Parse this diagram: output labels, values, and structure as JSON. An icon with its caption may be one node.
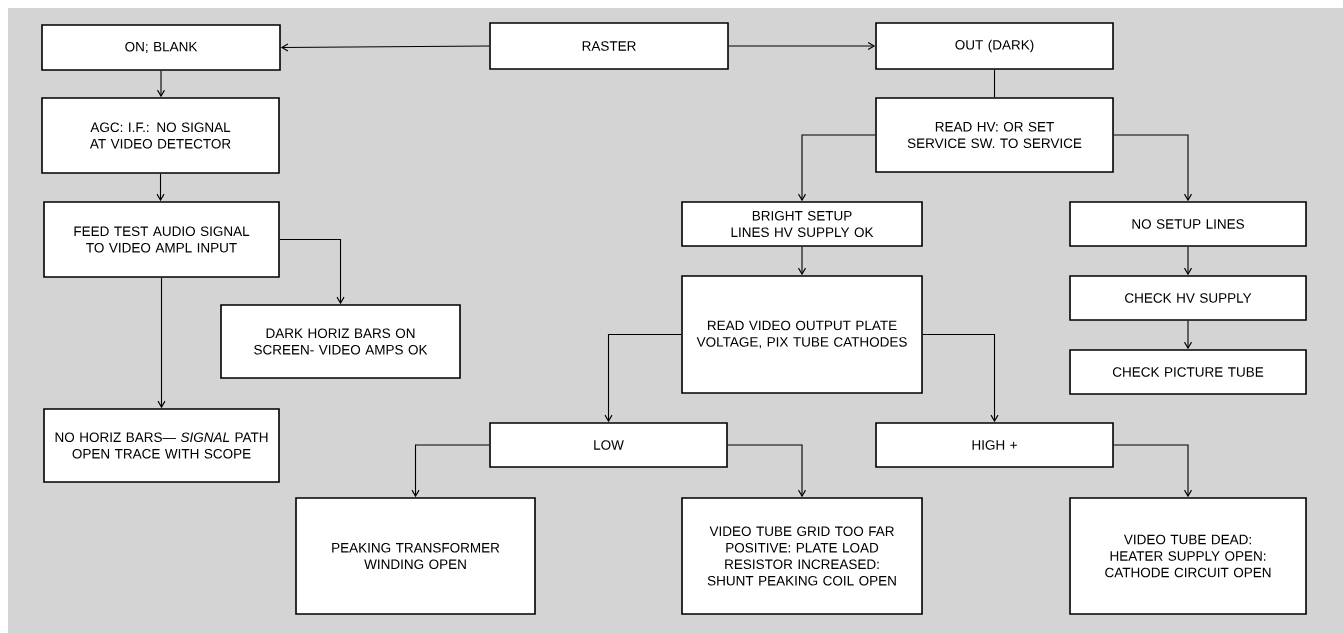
{
  "diagram": {
    "nodes": [
      {
        "text": [
          "RASTER"
        ]
      },
      {
        "text": [
          "ON; BLANK"
        ]
      },
      {
        "text": [
          "OUT (DARK)"
        ]
      },
      {
        "text": [
          "AGC: I.F.: NO SIGNAL AT VIDEO DETECTOR"
        ]
      },
      {
        "text": [
          "FEED TEST AUDIO SIGNAL TO VIDEO AMPL INPUT"
        ]
      },
      {
        "text": [
          "DARK HORIZ BARS ON SCREEN- VIDEO AMPS OK"
        ]
      },
      {
        "text": [
          "NO HORIZ BARS— *SIGNAL* PATH OPEN TRACE WITH SCOPE"
        ]
      },
      {
        "text": [
          "READ HV: OR SET SERVICE SW. TO SERVICE"
        ]
      },
      {
        "text": [
          "BRIGHT SETUP LINES HV SUPPLY OK"
        ]
      },
      {
        "text": [
          "NO SETUP LINES"
        ]
      },
      {
        "text": [
          "READ VIDEO OUTPUT PLATE VOLTAGE, PIX TUBE CATHODES"
        ]
      },
      {
        "text": [
          "CHECK HV SUPPLY"
        ]
      },
      {
        "text": [
          "CHECK PICTURE TUBE"
        ]
      },
      {
        "text": [
          "LOW"
        ]
      },
      {
        "text": [
          "HIGH +"
        ]
      },
      {
        "text": [
          "PEAKING TRANSFORMER WINDING OPEN"
        ]
      },
      {
        "text": [
          "VIDEO TUBE GRID TOO FAR POSITIVE: PLATE LOAD RESISTOR INCREASED: SHUNT PEAKING COIL OPEN"
        ]
      },
      {
        "text": [
          "VIDEO TUBE DEAD: HEATER SUPPLY OPEN: CATHODE CIRCUIT OPEN"
        ]
      }
    ],
    "edges": [
      {
        "from": 0,
        "to": 1,
        "arrow": "to"
      },
      {
        "from": 0,
        "to": 2,
        "arrow": "to"
      },
      {
        "from": 1,
        "to": 3,
        "arrow": "to"
      },
      {
        "from": 3,
        "to": 4,
        "arrow": "to"
      },
      {
        "from": 4,
        "to": 5,
        "arrow": "to"
      },
      {
        "from": 4,
        "to": 6,
        "arrow": "to"
      },
      {
        "from": 2,
        "to": 7,
        "arrow": "none"
      },
      {
        "from": 7,
        "to": 8,
        "arrow": "to"
      },
      {
        "from": 7,
        "to": 9,
        "arrow": "to"
      },
      {
        "from": 8,
        "to": 10,
        "arrow": "to"
      },
      {
        "from": 9,
        "to": 11,
        "arrow": "to"
      },
      {
        "from": 11,
        "to": 12,
        "arrow": "to"
      },
      {
        "from": 10,
        "to": 13,
        "arrow": "to"
      },
      {
        "from": 10,
        "to": 14,
        "arrow": "to"
      },
      {
        "from": 13,
        "to": 15,
        "arrow": "to"
      },
      {
        "from": 13,
        "to": 16,
        "arrow": "to"
      },
      {
        "from": 14,
        "to": 17,
        "arrow": "to"
      }
    ]
  }
}
